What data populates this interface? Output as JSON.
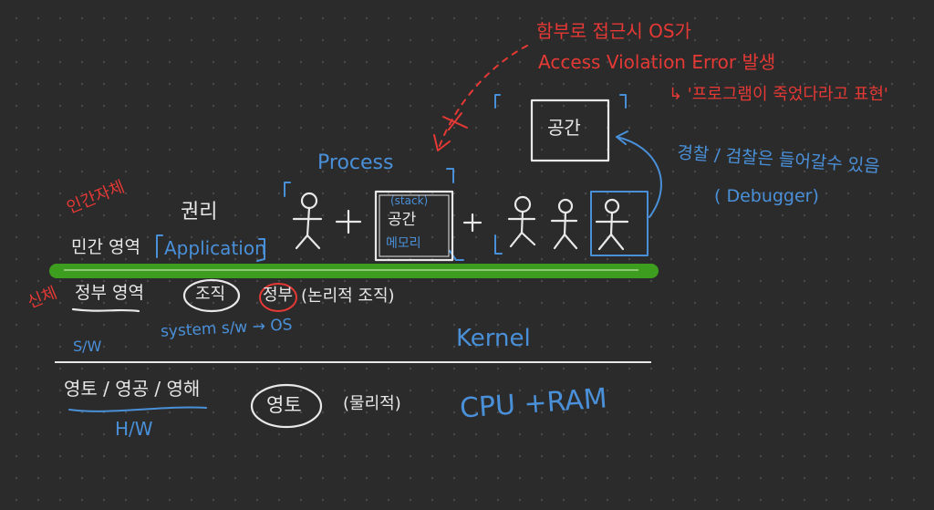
{
  "annotations": {
    "red_top_line1": "함부로 접근시 OS가",
    "red_top_line2": "Access Violation Error 발생",
    "red_top_line3": "↳ '프로그램이 죽었다라고 표현'",
    "blue_police": "경찰 / 검찰은 들어갈수 있음",
    "blue_debugger": "( Debugger)",
    "private_persona": "인간자체",
    "nation_persona": "신체"
  },
  "process": {
    "label": "Process",
    "space_top": "공간",
    "space_label": "공간",
    "stack_label": "(stack)",
    "memory_label": "메모리",
    "plus": "+"
  },
  "private_area": {
    "rights": "권리",
    "title": "민간 영역",
    "bracket_label": "Application"
  },
  "government_area": {
    "title": "정부 영역",
    "org": "조직",
    "gov": "정부",
    "gov_note": "(논리적 조직)",
    "system_sw": "system s/w → OS",
    "sw": "S/W",
    "kernel": "Kernel"
  },
  "territory": {
    "title": "영토 / 영공 / 영해",
    "hw": "H/W",
    "land": "영토",
    "physical": "(물리적)",
    "cpu_ram": "CPU +RAM"
  },
  "colors": {
    "divider": "#3c9d1f",
    "blue": "#4a90d9",
    "red": "#e53935",
    "white": "#e8e8e8"
  }
}
